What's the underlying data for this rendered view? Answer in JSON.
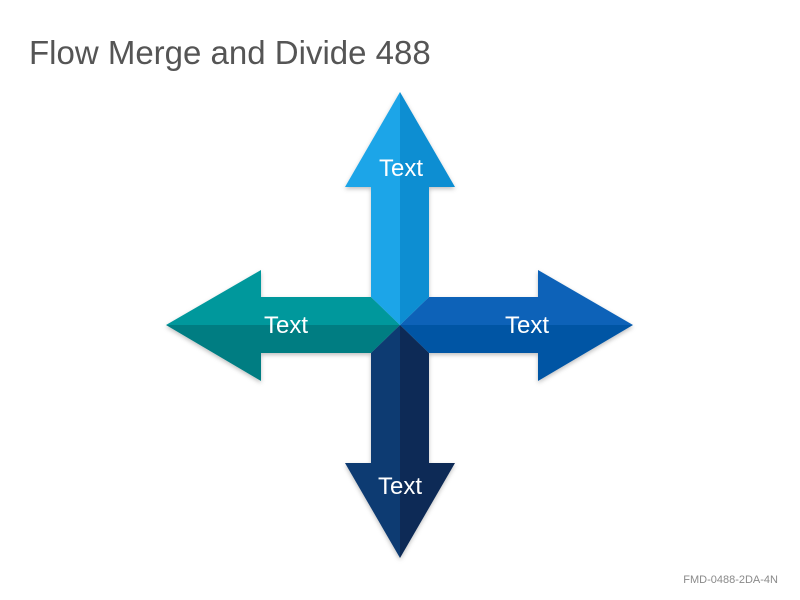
{
  "title": "Flow Merge and Divide 488",
  "arrows": {
    "up": {
      "label": "Text",
      "color_light": "#1aa5e8",
      "color_dark": "#0c8ed2"
    },
    "right": {
      "label": "Text",
      "color_light": "#0a62b8",
      "color_dark": "#0455a4"
    },
    "down": {
      "label": "Text",
      "color_light": "#0f3a72",
      "color_dark": "#0a2a56"
    },
    "left": {
      "label": "Text",
      "color_light": "#05989c",
      "color_dark": "#037d82"
    }
  },
  "footer_code": "FMD-0488-2DA-4N"
}
